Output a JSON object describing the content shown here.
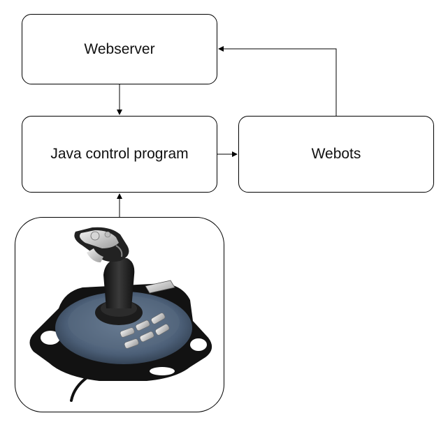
{
  "nodes": {
    "webserver": {
      "label": "Webserver"
    },
    "java": {
      "label": "Java control program"
    },
    "webots": {
      "label": "Webots"
    },
    "joystick": {
      "icon": "joystick-icon"
    }
  },
  "edges": [
    {
      "from": "webserver",
      "to": "java"
    },
    {
      "from": "java",
      "to": "webots"
    },
    {
      "from": "webots",
      "to": "webserver"
    },
    {
      "from": "joystick",
      "to": "java"
    }
  ]
}
